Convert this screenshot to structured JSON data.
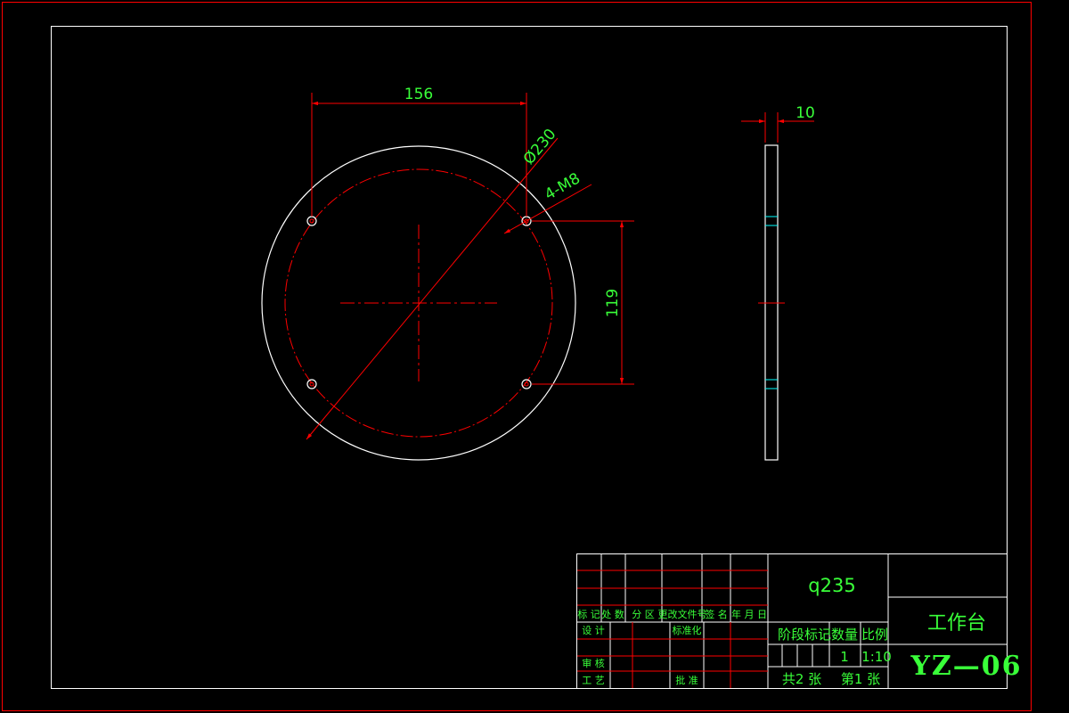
{
  "colors": {
    "background": "#000000",
    "frame": "#ff0000",
    "inner_frame": "#ffffff",
    "outline": "#ffffff",
    "centerline": "#ff0000",
    "dimension": "#ff0000",
    "text": "#39ff39",
    "cyan": "#00ffff"
  },
  "front_view": {
    "dim_hole_spacing_horizontal": "156",
    "dim_hole_spacing_vertical": "119",
    "dim_diameter": "Ø230",
    "dim_holes": "4-M8"
  },
  "side_view": {
    "dim_thickness": "10"
  },
  "title_block": {
    "material": "q235",
    "part_name": "工作台",
    "drawing_number": "YZ—06",
    "revision_headers": [
      "标 记",
      "处 数",
      "分 区",
      "更改文件号",
      "签 名",
      "年 月 日"
    ],
    "left_labels": {
      "design": "设 计",
      "standardization": "标准化",
      "review": "审 核",
      "process": "工 艺",
      "approve": "批 准"
    },
    "stage_mark": "阶段标记",
    "quantity_label": "数量",
    "scale_label": "比例",
    "quantity": "1",
    "scale": "1:10",
    "sheets_total": "共2 张",
    "sheet_no": "第1 张"
  }
}
